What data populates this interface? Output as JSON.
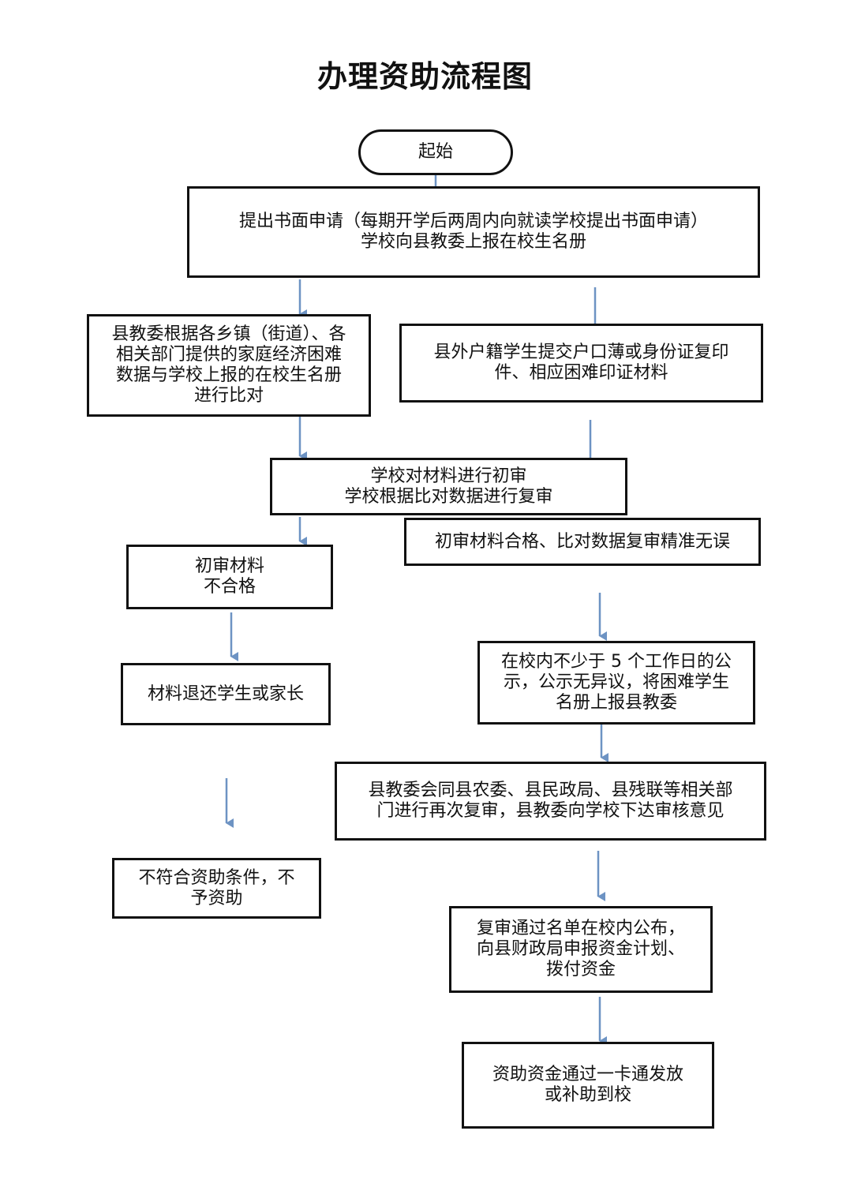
{
  "title": "办理资助流程图",
  "colors": {
    "arrow": "#6d93c3",
    "border": "#111111",
    "background": "#ffffff"
  },
  "nodes": {
    "start": "起始",
    "apply": "提出书面申请（每期开学后两周内向就读学校提出书面申请）\n学校向县教委上报在校生名册",
    "compare": "县教委根据各乡镇（街道）、各\n相关部门提供的家庭经济困难\n数据与学校上报的在校生名册\n进行比对",
    "nonlocal": "县外户籍学生提交户口薄或身份证复印\n件、相应困难印证材料",
    "review": "学校对材料进行初审\n学校根据比对数据进行复审",
    "fail": "初审材料\n不合格",
    "pass": "初审材料合格、比对数据复审精准无误",
    "return": "材料退还学生或家长",
    "publicity": "在校内不少于 5 个工作日的公\n示，公示无异议，将困难学生\n名册上报县教委",
    "joint_review": "县教委会同县农委、县民政局、县残联等相关部\n门进行再次复审，县教委向学校下达审核意见",
    "not_eligible": "不符合资助条件，不\n予资助",
    "announce": "复审通过名单在校内公布，\n向县财政局申报资金计划、\n拨付资金",
    "disburse": "资助资金通过一卡通发放\n或补助到校"
  }
}
